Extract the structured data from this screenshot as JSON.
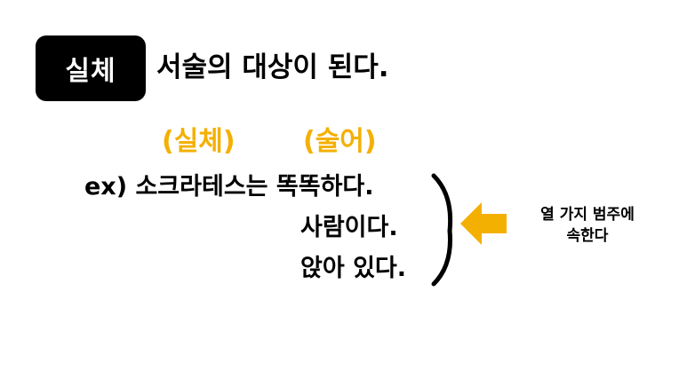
{
  "badge": {
    "label": "실체"
  },
  "heading": {
    "text": "서술의 대상이 된다."
  },
  "labels": {
    "subject": "(실체)",
    "predicate": "(술어)"
  },
  "example": {
    "line1": "ex) 소크라테스는 똑똑하다.",
    "line2": "사람이다.",
    "line3": "앉아 있다."
  },
  "note": {
    "line1": "열 가지 범주에",
    "line2": "속한다"
  },
  "colors": {
    "accent": "#f4b000",
    "badge_background": "#000000",
    "text": "#000000"
  },
  "icons": {
    "bracket": "right-brace-icon",
    "arrow": "left-arrow-icon"
  }
}
